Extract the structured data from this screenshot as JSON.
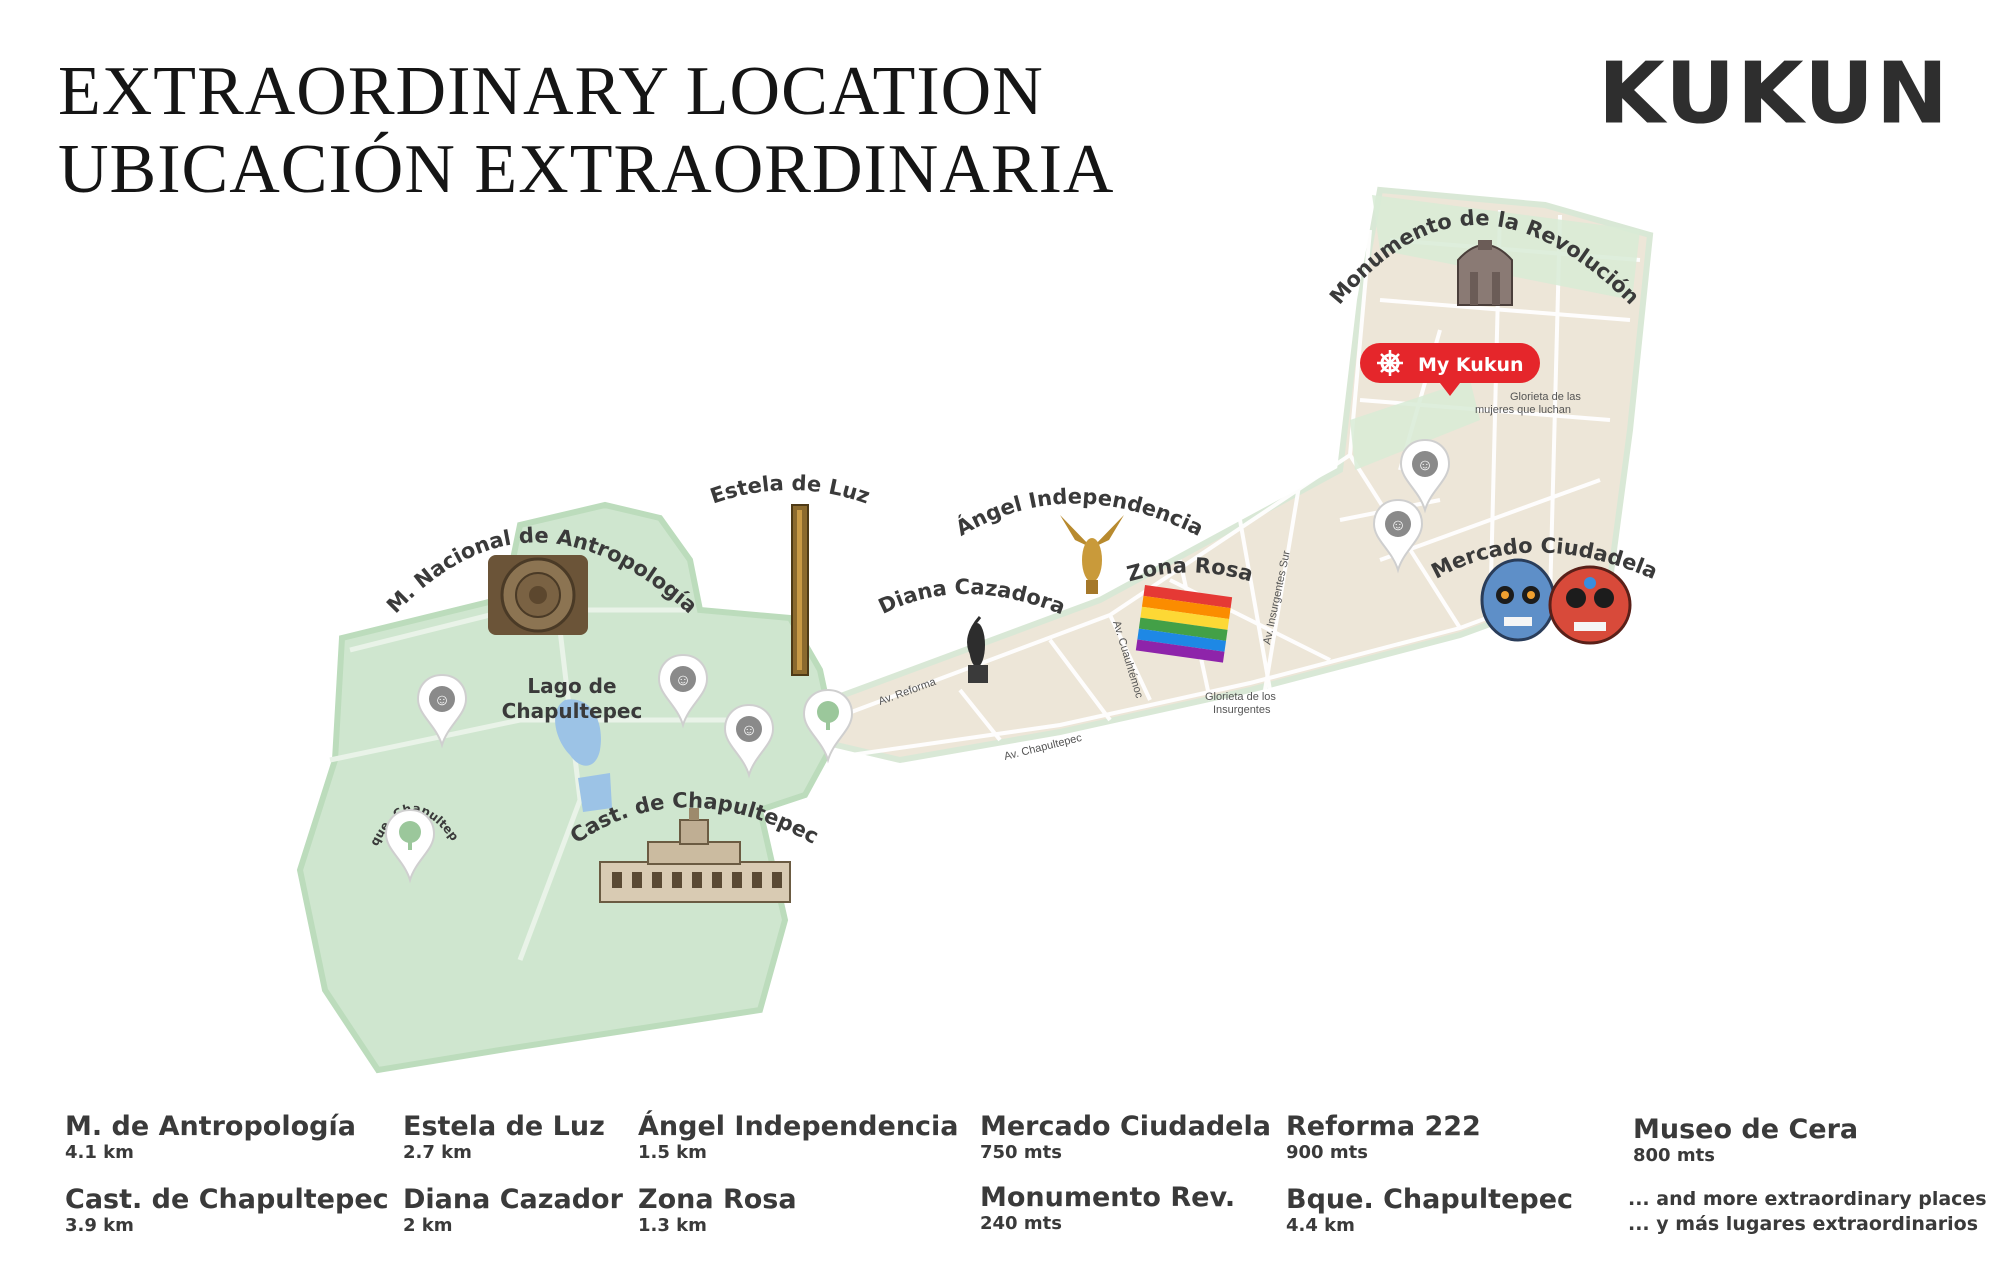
{
  "header": {
    "title_en": "EXTRAORDINARY LOCATION",
    "title_es": "UBICACIÓN EXTRAORDINARIA",
    "brand": "KUKUN"
  },
  "map": {
    "colors": {
      "park": "#cfe6cf",
      "park_border": "#bcdcbc",
      "urban": "#ede6d8",
      "street": "#ffffff",
      "water": "#9cc3e6",
      "pin": "#ffffff",
      "marker": "#e5262b"
    },
    "marker_label": "My Kukun",
    "labels": {
      "antropologia": "M. Nacional de Antropología",
      "estela": "Estela de Luz",
      "angel": "Ángel Independencia",
      "diana": "Diana Cazadora",
      "zona_rosa": "Zona Rosa",
      "monumento": "Monumento de la Revolución",
      "ciudadela": "Mercado Ciudadela",
      "lago_1": "Lago de",
      "lago_2": "Chapultepec",
      "castillo": "Cast. de Chapultepec",
      "bosque": "Bque. Chapultepec"
    },
    "streets": {
      "reforma": "Av. Reforma",
      "chapultepec": "Av. Chapultepec",
      "cuauhtemoc": "Av. Cuauhtémoc",
      "insurgentes": "Av. Insurgentes Sur",
      "glorieta_mujeres_1": "Glorieta de las",
      "glorieta_mujeres_2": "mujeres que luchan",
      "glorieta_insurgentes_1": "Glorieta de los",
      "glorieta_insurgentes_2": "Insurgentes"
    },
    "icons": [
      "theater-pin-icon",
      "tree-pin-icon",
      "pyramid-icon",
      "monument-icon",
      "angel-statue-icon",
      "archer-statue-icon",
      "rainbow-flag-icon",
      "sugar-skull-icon",
      "castle-icon",
      "tower-icon"
    ]
  },
  "distances": [
    {
      "name": "M. de Antropología",
      "km": "4.1 km"
    },
    {
      "name": "Cast. de Chapultepec",
      "km": "3.9 km"
    },
    {
      "name": "Estela de Luz",
      "km": "2.7 km"
    },
    {
      "name": "Diana Cazador",
      "km": "2 km"
    },
    {
      "name": "Ángel Independencia",
      "km": "1.5 km"
    },
    {
      "name": "Zona Rosa",
      "km": "1.3 km"
    },
    {
      "name": "Mercado Ciudadela",
      "km": "750 mts"
    },
    {
      "name": "Monumento Rev.",
      "km": "240 mts"
    },
    {
      "name": "Reforma 222",
      "km": "900 mts"
    },
    {
      "name": "Bque. Chapultepec",
      "km": "4.4 km"
    },
    {
      "name": "Museo de Cera",
      "km": "800 mts"
    }
  ],
  "more": {
    "en": "... and more extraordinary places",
    "es": "... y más lugares extraordinarios"
  }
}
